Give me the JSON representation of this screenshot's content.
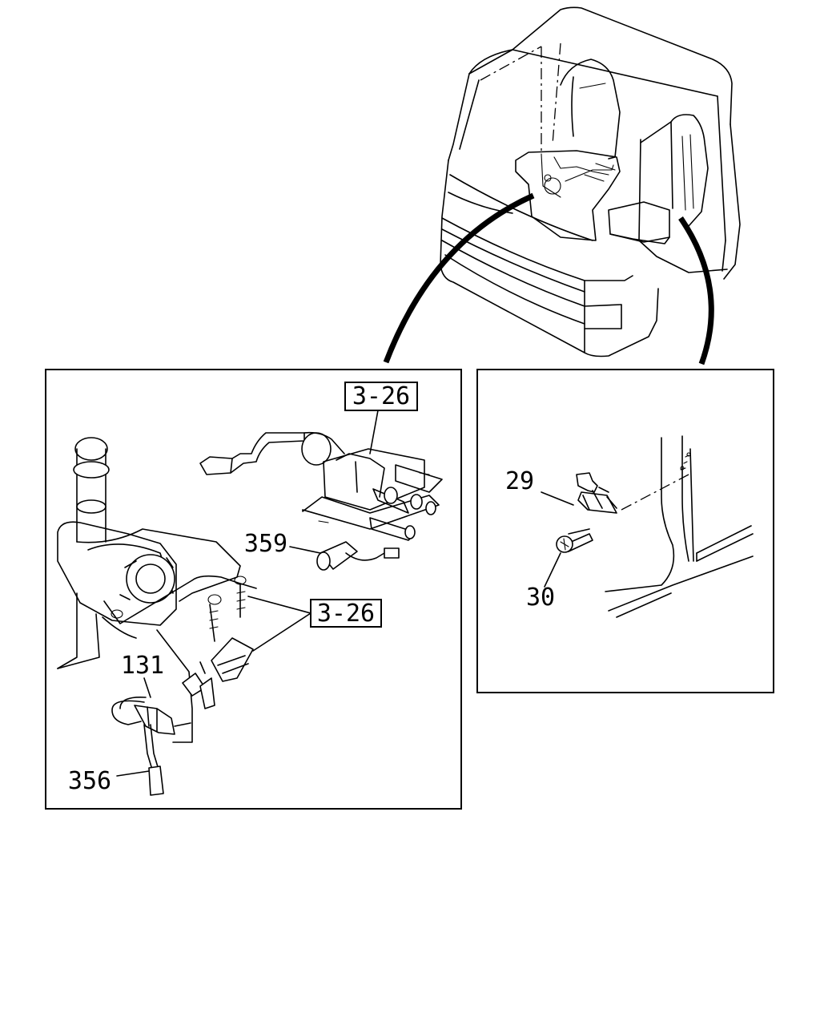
{
  "detail_left": {
    "refs": [
      {
        "id": "ref-3-26-top",
        "text": "3-26"
      },
      {
        "id": "ref-3-26-mid",
        "text": "3-26"
      }
    ],
    "callouts": [
      {
        "id": "callout-359",
        "text": "359"
      },
      {
        "id": "callout-131",
        "text": "131"
      },
      {
        "id": "callout-356",
        "text": "356"
      }
    ]
  },
  "detail_right": {
    "callouts": [
      {
        "id": "callout-29",
        "text": "29"
      },
      {
        "id": "callout-30",
        "text": "30"
      }
    ]
  }
}
